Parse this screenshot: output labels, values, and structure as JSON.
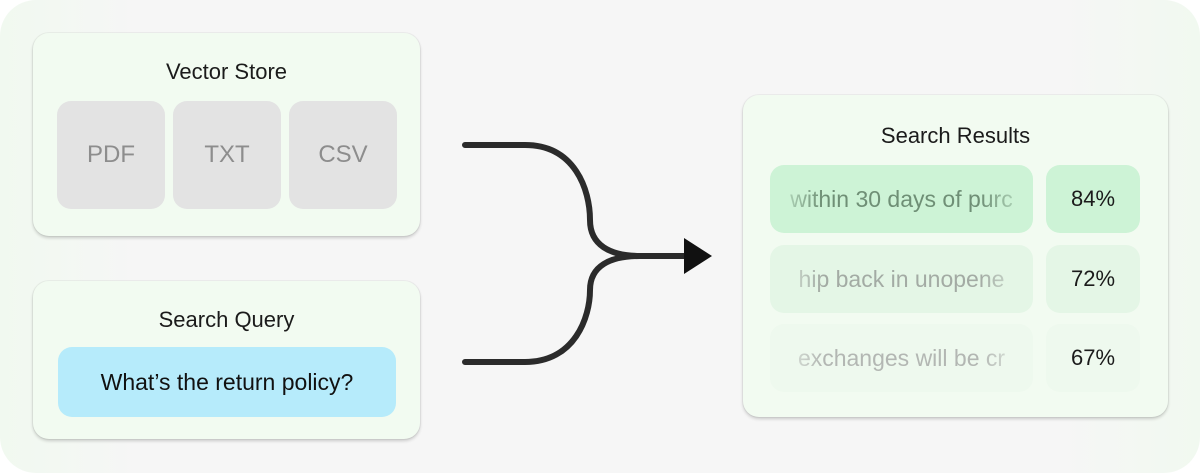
{
  "vector_store": {
    "title": "Vector Store",
    "files": [
      "PDF",
      "TXT",
      "CSV"
    ]
  },
  "search_query": {
    "title": "Search Query",
    "query": "What’s the return policy?"
  },
  "search_results": {
    "title": "Search Results",
    "results": [
      {
        "text": "within 30 days of purc",
        "score": "84%",
        "relevance": 0.84
      },
      {
        "text": "hip back in unopene",
        "score": "72%",
        "relevance": 0.72
      },
      {
        "text": "exchanges will be cr",
        "score": "67%",
        "relevance": 0.67
      }
    ]
  },
  "colors": {
    "card_bg": "#f2fbf1",
    "file_tile": "#e3e3e3",
    "query_box": "#b6ebfb",
    "result_top": "#cdf3d6",
    "connector": "#2b2b2b"
  }
}
